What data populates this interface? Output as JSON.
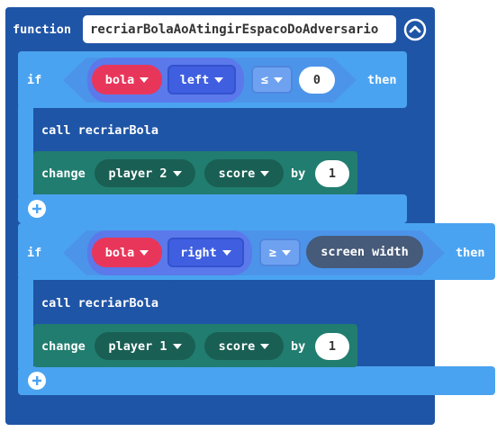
{
  "function": {
    "keyword": "function",
    "name": "recriarBolaAoAtingirEspacoDoAdversario"
  },
  "blocks": [
    {
      "if_label": "if",
      "then_label": "then",
      "sprite": "bola",
      "property": "left",
      "operator": "≤",
      "compare_value": "0",
      "call_label": "call recriarBola",
      "change_label": "change",
      "player": "player 2",
      "stat": "score",
      "by_label": "by",
      "by_value": "1"
    },
    {
      "if_label": "if",
      "then_label": "then",
      "sprite": "bola",
      "property": "right",
      "operator": "≥",
      "compare_value": "screen width",
      "call_label": "call recriarBola",
      "change_label": "change",
      "player": "player 1",
      "stat": "score",
      "by_label": "by",
      "by_value": "1"
    }
  ],
  "colors": {
    "function_block": "#1f55a6",
    "if_block": "#4aa3f0",
    "change_block": "#217d6f",
    "sprite_red": "#e8365b"
  }
}
